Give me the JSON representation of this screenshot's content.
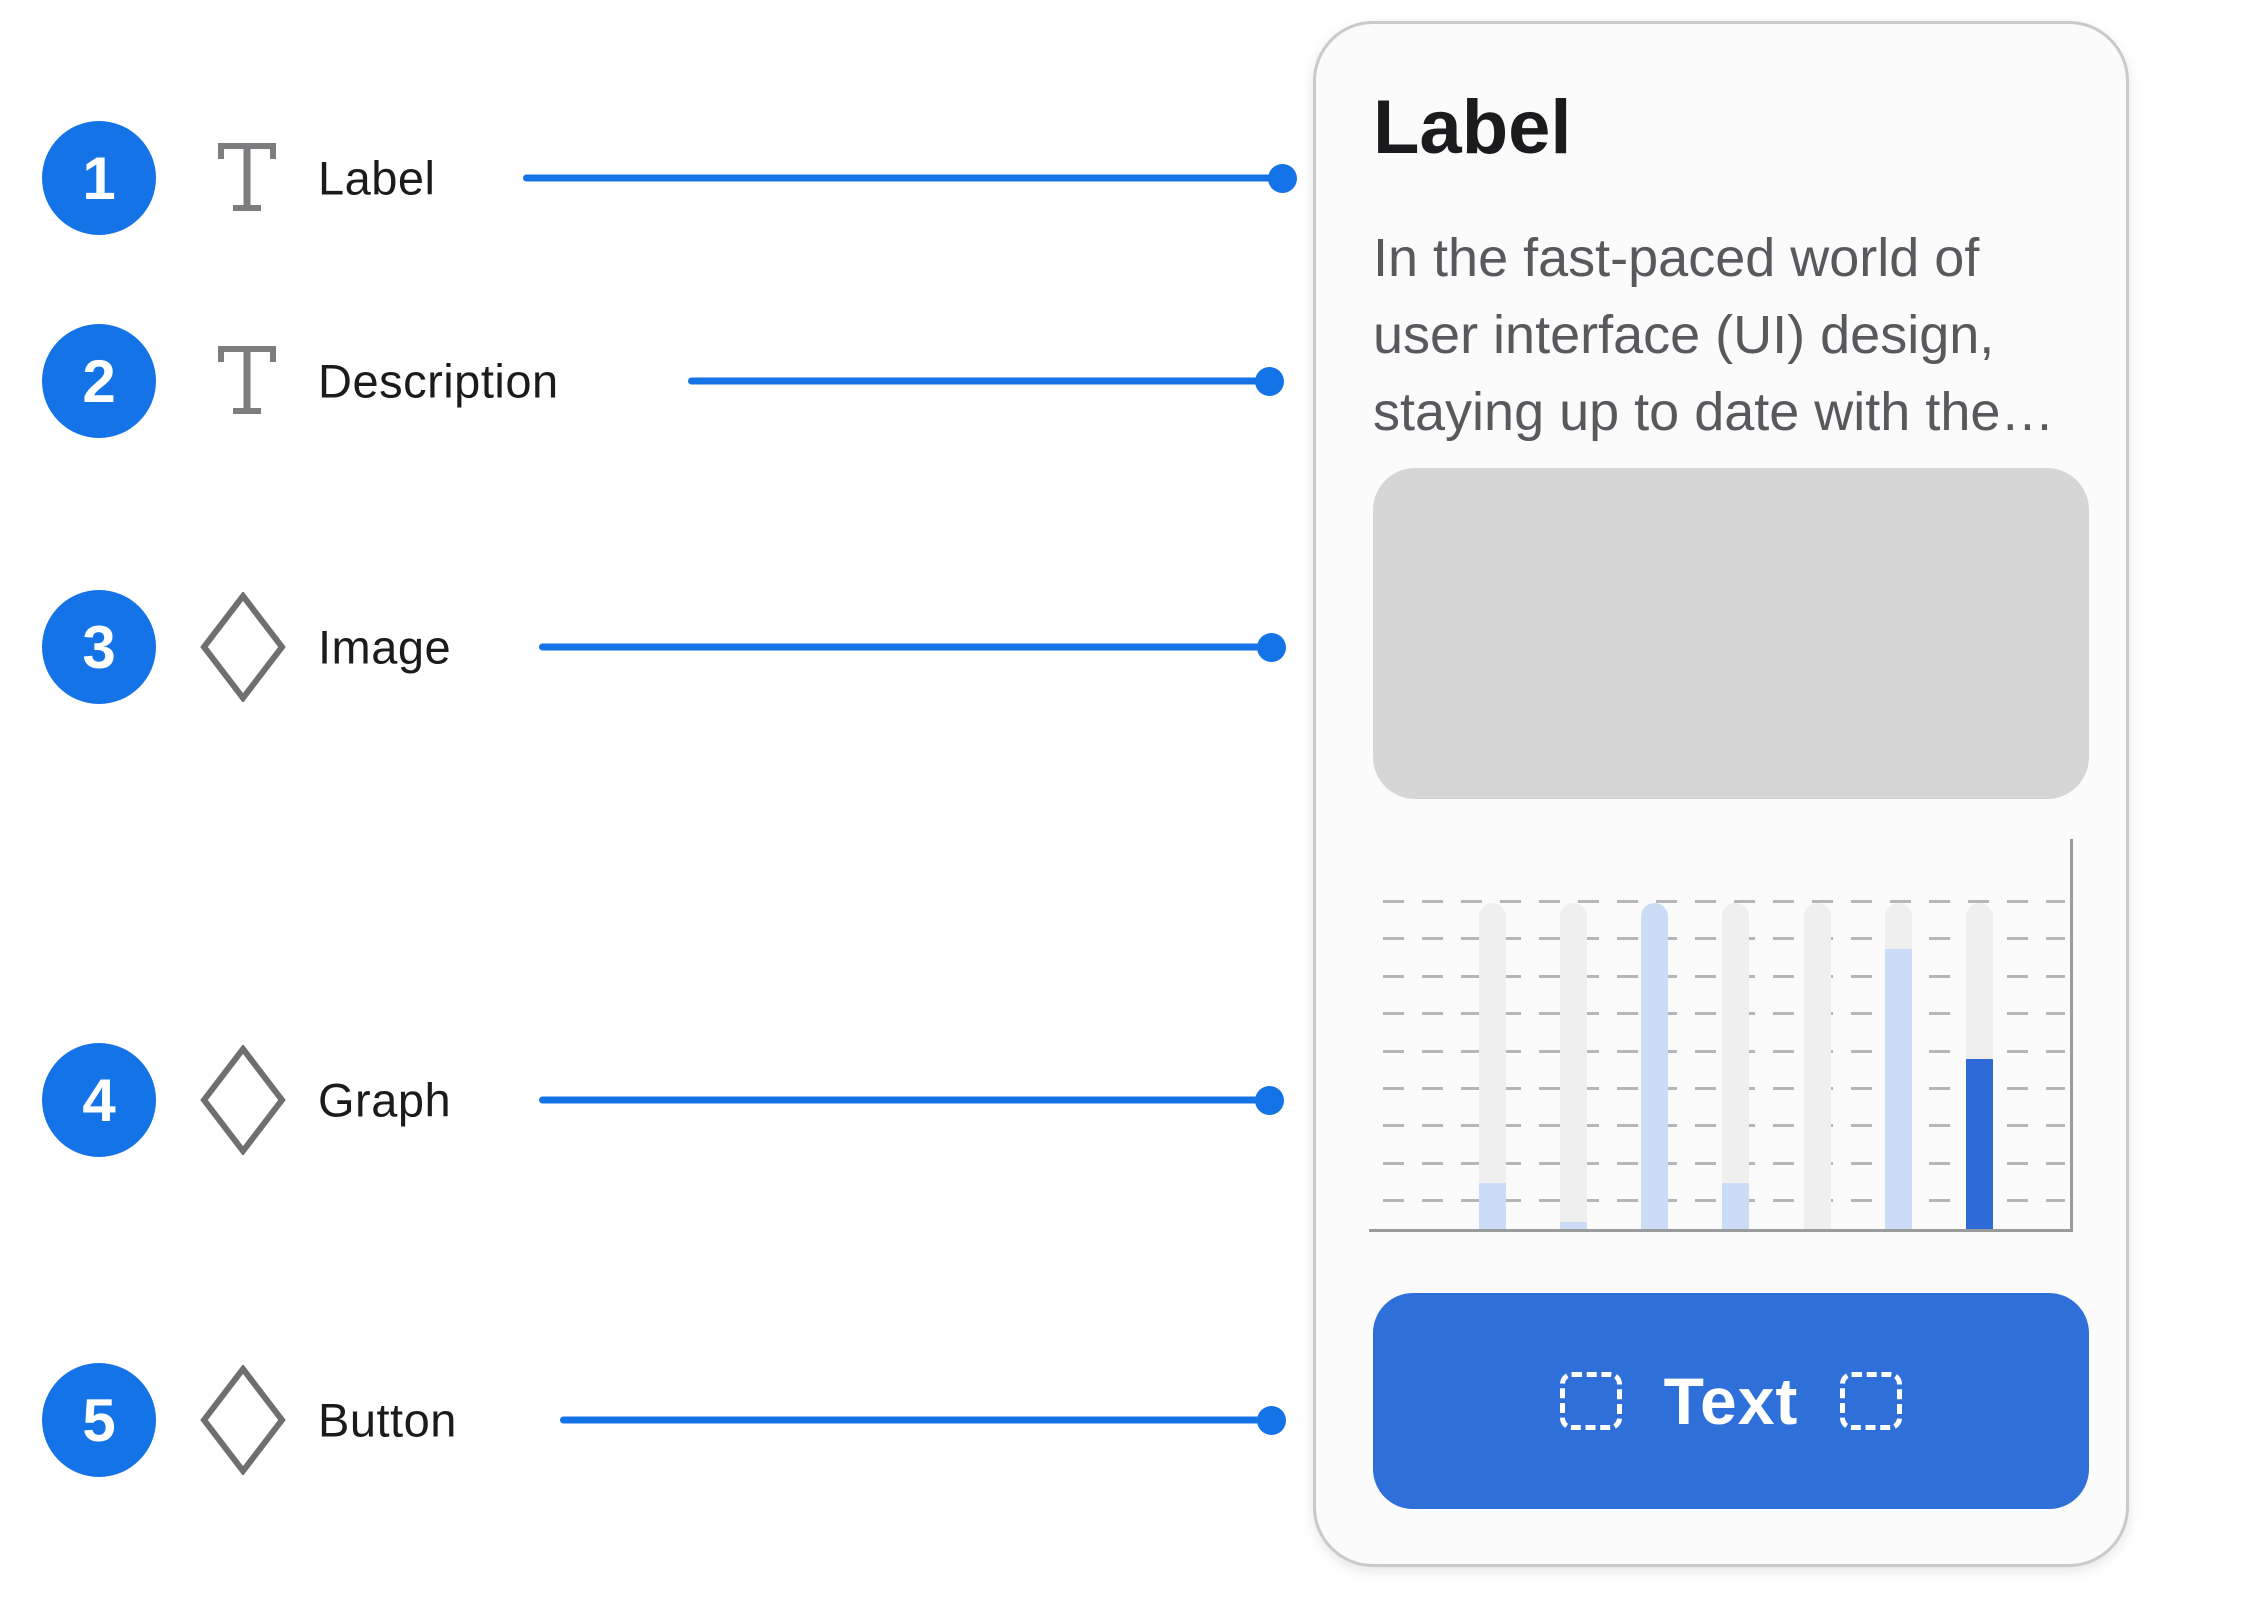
{
  "annotations": [
    {
      "number": "1",
      "icon": "text-tool-icon",
      "label": "Label"
    },
    {
      "number": "2",
      "icon": "text-tool-icon",
      "label": "Description"
    },
    {
      "number": "3",
      "icon": "diamond-icon",
      "label": "Image"
    },
    {
      "number": "4",
      "icon": "diamond-icon",
      "label": "Graph"
    },
    {
      "number": "5",
      "icon": "diamond-icon",
      "label": "Button"
    }
  ],
  "card": {
    "title": "Label",
    "description": "In the fast-paced world of user interface (UI) design, staying up to date with the…",
    "button": {
      "label": "Text"
    }
  },
  "chart_data": {
    "type": "bar",
    "title": "",
    "categories": [
      "",
      "",
      "",
      "",
      "",
      "",
      ""
    ],
    "series": [
      {
        "name": "track",
        "values": [
          100,
          100,
          100,
          100,
          100,
          100,
          100
        ]
      },
      {
        "name": "fill",
        "values": [
          14,
          2,
          100,
          14,
          0,
          86,
          52
        ]
      }
    ],
    "fill_colors": [
      "light",
      "light",
      "light",
      "light",
      "light",
      "light",
      "dark"
    ],
    "ylim": [
      0,
      100
    ],
    "gridlines": 9,
    "grid_style": "dashed",
    "axes": [
      "bottom",
      "right"
    ],
    "legend": false
  },
  "colors": {
    "accent_blue": "#1573e8",
    "button_blue": "#2e6fd9",
    "bar_light_blue": "#cadcf6",
    "bar_dark_blue": "#2e6bd9",
    "bar_track_gray": "#efefef",
    "image_placeholder_gray": "#d6d6d6",
    "card_background": "#fbfbfc",
    "card_border": "#c8cacc",
    "gridline_gray": "#b5b6b8",
    "axis_gray": "#9a9b9d"
  }
}
